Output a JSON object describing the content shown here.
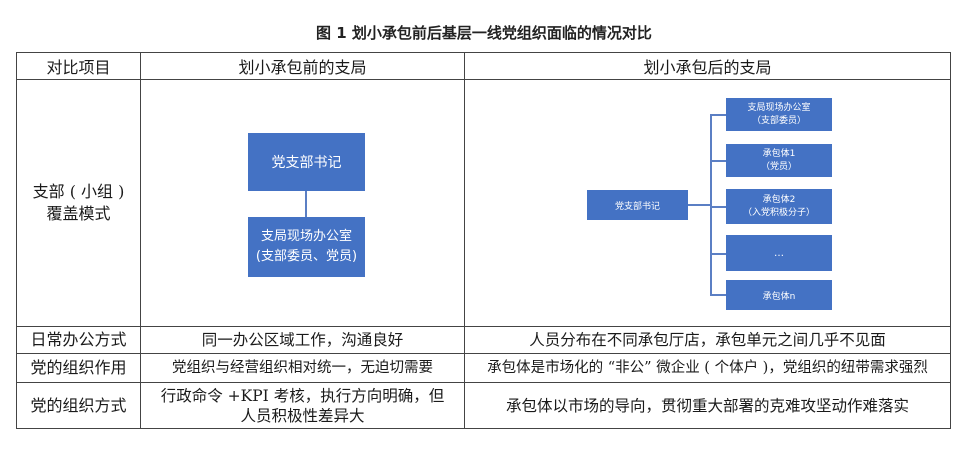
{
  "title": "图 1  划小承包前后基层一线党组织面临的情况对比",
  "headers": [
    "对比项目",
    "划小承包前的支局",
    "划小承包后的支局"
  ],
  "rows": {
    "coverage": {
      "label_line1": "支部 ( 小组 )",
      "label_line2": "覆盖模式"
    },
    "daily": {
      "label": "日常办公方式",
      "before": "同一办公区域工作，沟通良好",
      "after": "人员分布在不同承包厅店，承包单元之间几乎不见面"
    },
    "role": {
      "label": "党的组织作用",
      "before": "党组织与经营组织相对统一，无迫切需要",
      "after": "承包体是市场化的 “非公” 微企业 ( 个体户 )，党组织的纽带需求强烈"
    },
    "method": {
      "label": "党的组织方式",
      "before": "行政命令 +KPI 考核，执行方向明确，但人员积极性差异大",
      "after": "承包体以市场的导向，贯彻重大部署的克难攻坚动作难落实"
    }
  },
  "before_diagram": {
    "top_box": "党支部书记",
    "bottom_box_line1": "支局现场办公室",
    "bottom_box_line2": "(支部委员、党员)"
  },
  "after_diagram": {
    "root": "党支部书记",
    "branches": [
      {
        "line1": "支局现场办公室",
        "line2": "（支部委员）"
      },
      {
        "line1": "承包体1",
        "line2": "（党员）"
      },
      {
        "line1": "承包体2",
        "line2": "（入党积极分子）"
      },
      {
        "line1": "…",
        "line2": ""
      },
      {
        "line1": "承包体n",
        "line2": ""
      }
    ]
  },
  "colors": {
    "box_fill": "#4472c4",
    "connector": "#5b7fc4"
  }
}
